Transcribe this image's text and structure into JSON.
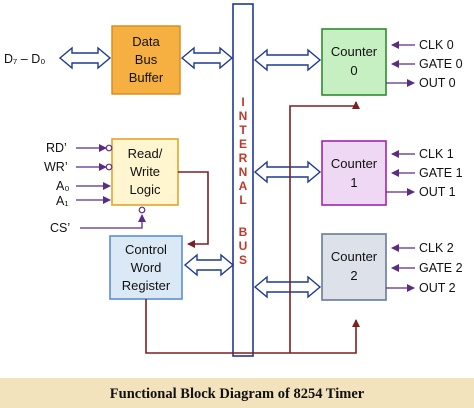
{
  "diagram": {
    "data_bus_label": "D₇ – D₀",
    "blocks": {
      "data_bus_buffer": [
        "Data",
        "Bus",
        "Buffer"
      ],
      "read_write_logic": [
        "Read/",
        "Write",
        "Logic"
      ],
      "control_word_register": [
        "Control",
        "Word",
        "Register"
      ],
      "counter0": [
        "Counter",
        "0"
      ],
      "counter1": [
        "Counter",
        "1"
      ],
      "counter2": [
        "Counter",
        "2"
      ]
    },
    "internal_bus_letters": [
      "I",
      "N",
      "T",
      "E",
      "R",
      "N",
      "A",
      "L",
      "",
      "B",
      "U",
      "S"
    ],
    "rw_inputs": [
      "RD’",
      "WR’",
      "A₀",
      "A₁"
    ],
    "cs_label": "CS’",
    "counter0_signals": [
      "CLK 0",
      "GATE 0",
      "OUT 0"
    ],
    "counter1_signals": [
      "CLK 1",
      "GATE 1",
      "OUT 1"
    ],
    "counter2_signals": [
      "CLK 2",
      "GATE 2",
      "OUT 2"
    ],
    "caption": "Functional Block Diagram of 8254 Timer",
    "colors": {
      "orange": "#f6b042",
      "yellow_fill": "#fff6d0",
      "yellow_border": "#e1a528",
      "blue_fill": "#dbe9f7",
      "green_fill": "#c6f0c2",
      "green_border": "#2e8b2e",
      "violet_fill": "#efd8f3",
      "violet_border": "#9c27b0",
      "gray_fill": "#dde1ea",
      "gray_border": "#6a7a96",
      "wire": "#7b2020",
      "caption_band": "#f3e3bd"
    }
  }
}
